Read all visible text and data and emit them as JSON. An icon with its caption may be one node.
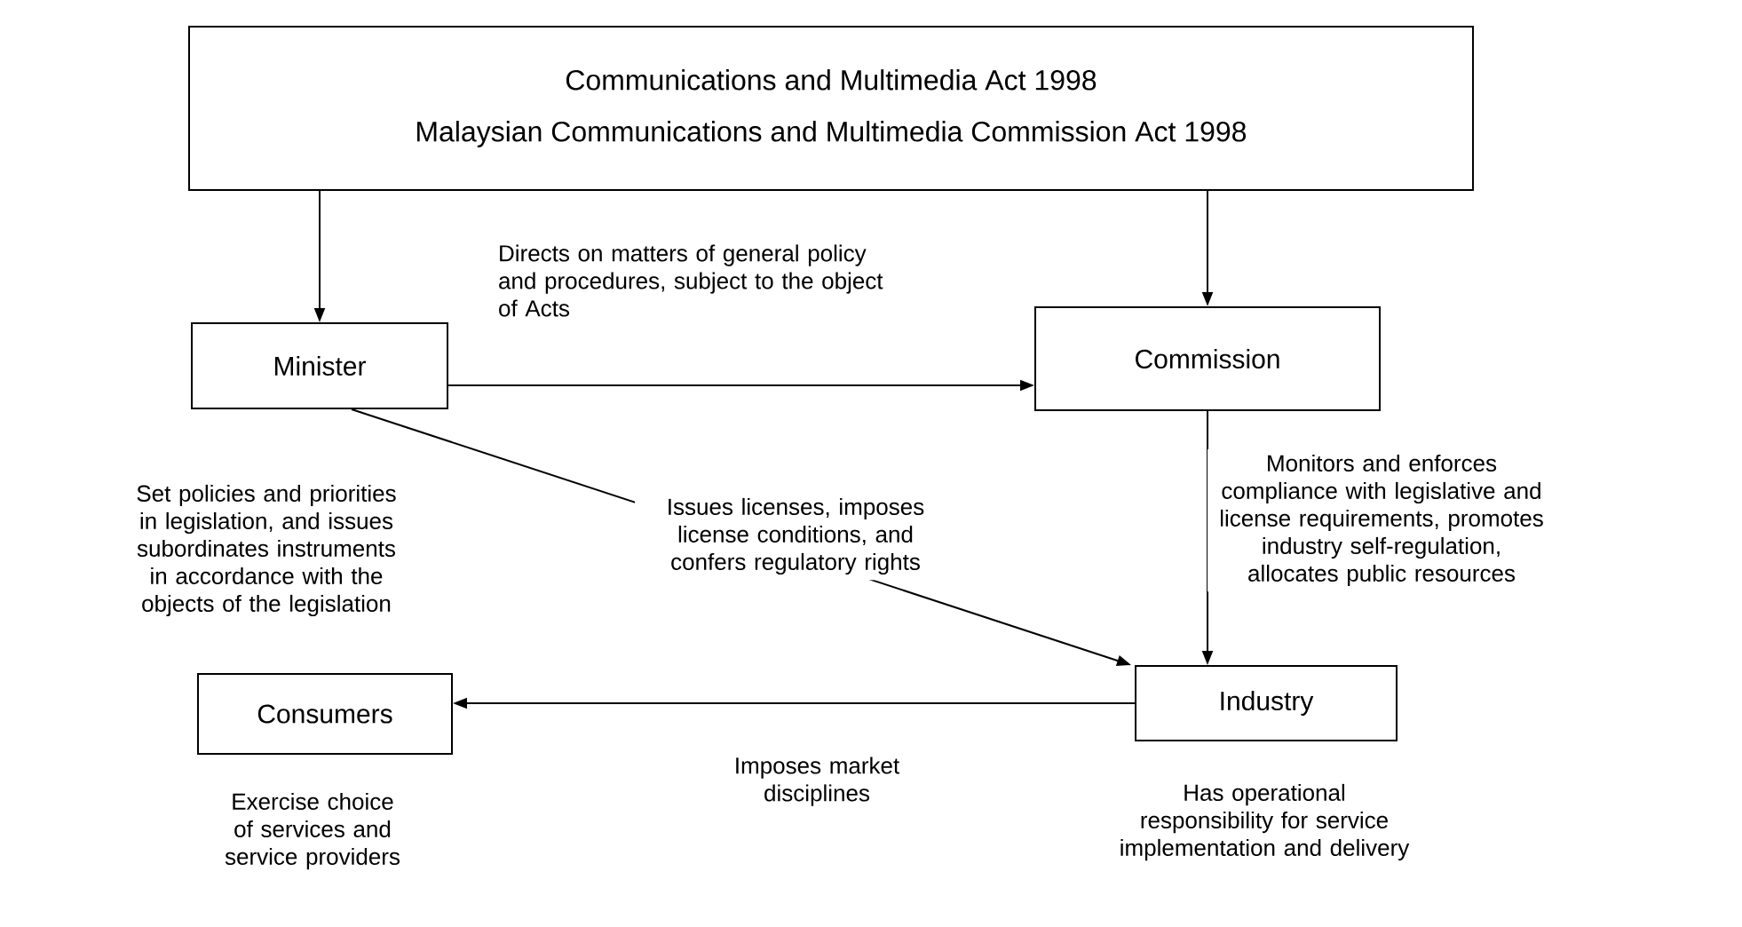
{
  "diagram": {
    "nodes": [
      {
        "text": [
          "Communications and Multimedia Act 1998",
          "Malaysian Communications and Multimedia Commission Act 1998"
        ]
      },
      {
        "text": [
          "Minister"
        ],
        "beside": [
          "Set policies and priorities in legislation, and issues subordinates instruments in accordance with the objects of the legislation"
        ]
      },
      {
        "text": [
          "Commission"
        ]
      },
      {
        "text": [
          "Industry"
        ],
        "beside": [
          "Has operational responsibility for service implementation and delivery"
        ]
      },
      {
        "text": [
          "Consumers"
        ],
        "beside": [
          "Exercise choice of services and service providers"
        ]
      }
    ],
    "edges": [
      {
        "from": 0,
        "to": 1,
        "arrow": "to"
      },
      {
        "from": 0,
        "to": 2,
        "arrow": "to"
      },
      {
        "from": 1,
        "to": 2,
        "arrow": "to",
        "label": "Directs on matters of general policy and procedures, subject to the object of Acts"
      },
      {
        "from": 1,
        "to": 3,
        "arrow": "to",
        "label": "Issues licenses, imposes license conditions, and confers regulatory rights"
      },
      {
        "from": 2,
        "to": 3,
        "arrow": "to",
        "label": "Monitors and enforces compliance with legislative and license requirements, promotes industry self-regulation, allocates public resources"
      },
      {
        "from": 3,
        "to": 4,
        "arrow": "to",
        "label": "Imposes market disciplines"
      }
    ]
  }
}
